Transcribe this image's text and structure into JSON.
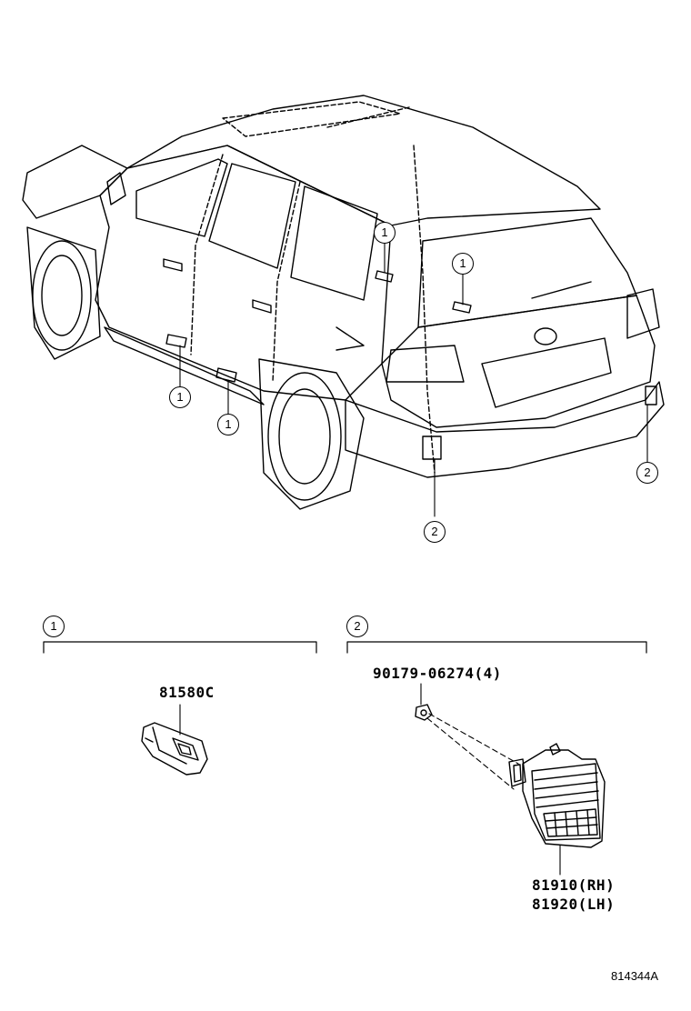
{
  "callouts": {
    "one": "1",
    "two": "2"
  },
  "parts": {
    "courtesy_lamp": "81580C",
    "nut": "90179-06274(4)",
    "rear_lamp_rh": "81910(RH)",
    "rear_lamp_lh": "81920(LH)"
  },
  "figure_id": "814344A"
}
